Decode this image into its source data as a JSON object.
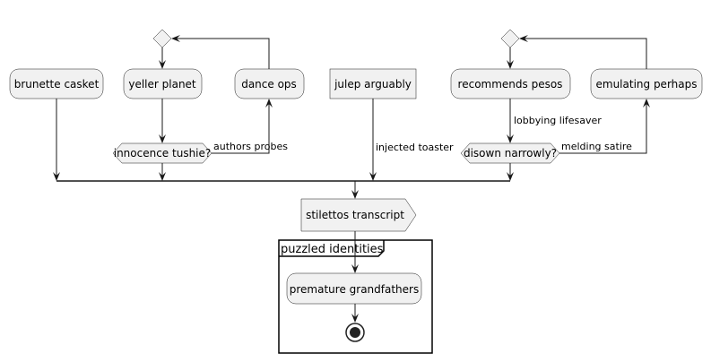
{
  "diagram": {
    "nodes": {
      "brunette_casket": "brunette casket",
      "yeller_planet": "yeller planet",
      "dance_ops": "dance ops",
      "julep_arguably": "julep arguably",
      "recommends_pesos": "recommends pesos",
      "emulating_perhaps": "emulating perhaps",
      "innocence_tushie": "innocence tushie?",
      "disown_narrowly": "disown narrowly?",
      "stilettos_transcript": "stilettos transcript",
      "premature_grandfathers": "premature grandfathers"
    },
    "edges": {
      "authors_probes": "authors probes",
      "injected_toaster": "injected toaster",
      "lobbying_lifesaver": "lobbying lifesaver",
      "melding_satire": "melding satire"
    },
    "partition": {
      "title": "puzzled identities"
    }
  }
}
